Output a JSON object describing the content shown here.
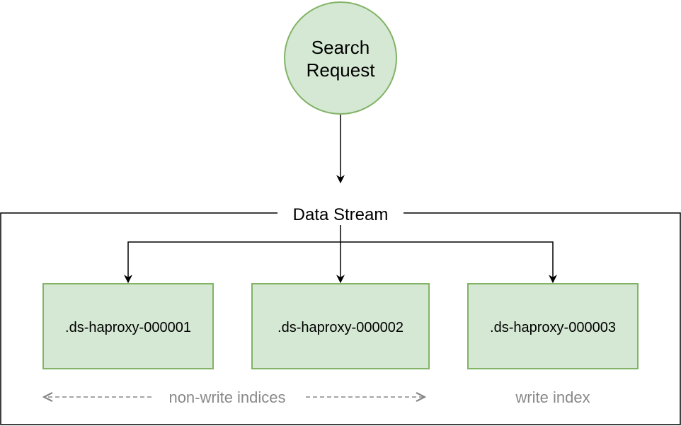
{
  "request": {
    "line1": "Search",
    "line2": "Request"
  },
  "data_stream": {
    "title": "Data Stream",
    "indices": [
      {
        "label": ".ds-haproxy-000001"
      },
      {
        "label": ".ds-haproxy-000002"
      },
      {
        "label": ".ds-haproxy-000003"
      }
    ],
    "non_write_label": "non-write indices",
    "write_label": "write index"
  },
  "colors": {
    "node_fill": "#d5e8d4",
    "node_stroke": "#82b366",
    "muted": "#888888"
  }
}
